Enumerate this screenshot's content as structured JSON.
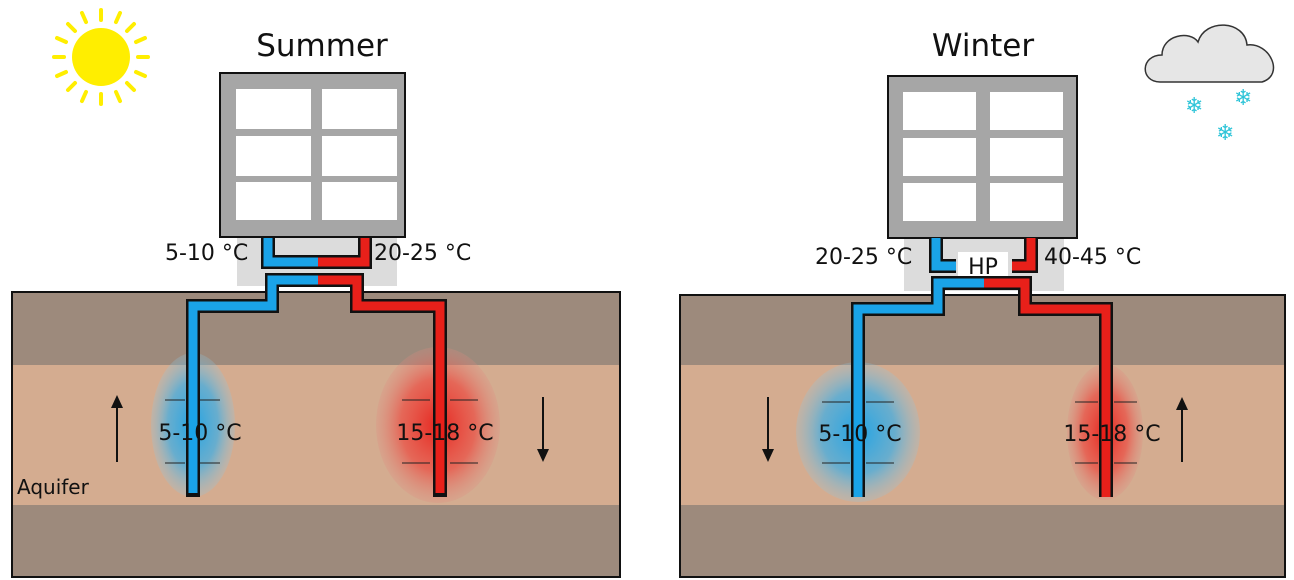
{
  "summer": {
    "title": "Summer",
    "cold_supply_temp": "5-10 °C",
    "warm_supply_temp": "20-25 °C",
    "cold_well_temp": "5-10 °C",
    "warm_well_temp": "15-18 °C",
    "aquifer_label": "Aquifer",
    "weather_icon": "sun-icon"
  },
  "winter": {
    "title": "Winter",
    "cold_supply_temp": "20-25 °C",
    "warm_supply_temp": "40-45 °C",
    "heat_pump_label": "HP",
    "cold_well_temp": "5-10 °C",
    "warm_well_temp": "15-18 °C",
    "weather_icon": "snow-cloud-icon"
  },
  "colors": {
    "cold": "#1aa3e8",
    "warm": "#e8201a",
    "ground": "#9d8a7c",
    "aquifer": "#d4ac90",
    "building": "#a6a6a6"
  }
}
